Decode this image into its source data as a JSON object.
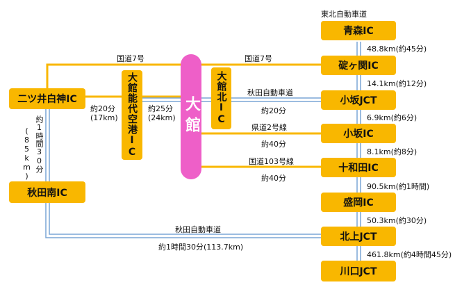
{
  "colors": {
    "node_fill": "#f9b700",
    "hub_fill": "#ee5fc8",
    "national_road": "#f9b700",
    "expressway": "#7aa6d6"
  },
  "hub": {
    "label": "大館"
  },
  "nodes": {
    "aomori": "青森IC",
    "ikarigaseki": "碇ヶ関IC",
    "kosaka_jct": "小坂JCT",
    "kosaka_ic": "小坂IC",
    "towada": "十和田IC",
    "morioka": "盛岡IC",
    "kitakami": "北上JCT",
    "kawaguchi": "川口JCT",
    "futatsui": "二ツ井白神IC",
    "akita_minami": "秋田南IC",
    "noshiro_airport": "大館能代空港IC",
    "odate_kita": "大館北IC"
  },
  "labels": {
    "tohoku_expressway": "東北自動車道",
    "route7_left": "国道7号",
    "route7_right": "国道7号",
    "akita_exp_upper": "秋田自動車道",
    "akita_exp_upper_time": "約20分",
    "pref2": "県道2号線",
    "pref2_time": "約40分",
    "route103": "国道103号線",
    "route103_time": "約40分",
    "akita_exp_lower": "秋田自動車道",
    "akita_exp_lower_time": "約1時間30分(113.7km)",
    "left_time": "約20分",
    "left_dist": "(17km)",
    "mid_time": "約25分",
    "mid_dist": "(24km)",
    "vertical_time": "約1時間30分",
    "vertical_dist": "(85km)"
  },
  "segments": {
    "aomori_ikari": "48.8km(約45分)",
    "ikari_kosakajct": "14.1km(約12分)",
    "kosakajct_kosakaic": "6.9km(約6分)",
    "kosakaic_towada": "8.1km(約8分)",
    "towada_morioka": "90.5km(約1時間)",
    "morioka_kitakami": "50.3km(約30分)",
    "kitakami_kawaguchi": "461.8km(約4時間45分)"
  }
}
